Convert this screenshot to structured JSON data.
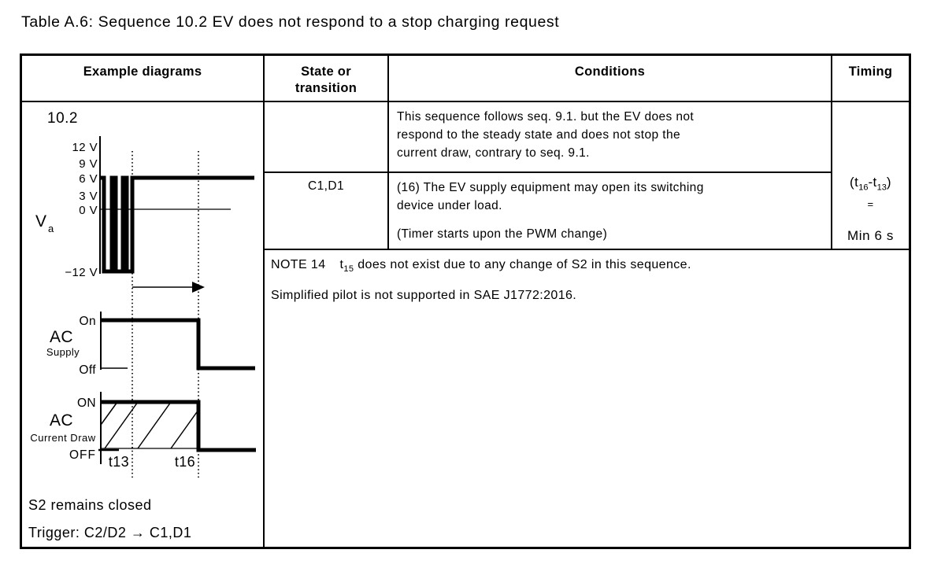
{
  "title": "Table A.6: Sequence 10.2 EV does not respond to a stop charging request",
  "header": {
    "example_diagrams": "Example diagrams",
    "state_or_transition": "State or transition",
    "conditions": "Conditions",
    "timing": "Timing"
  },
  "rows": {
    "row1": {
      "conditions": "This sequence follows seq. 9.1. but the EV does not\nrespond to the steady state and does not stop the\ncurrent draw, contrary to seq. 9.1."
    },
    "row2": {
      "state": "C1,D1",
      "condition_1": "(16) The EV supply equipment may open its switching\ndevice under load.",
      "condition_2": "(Timer starts upon the PWM change)"
    }
  },
  "timing": {
    "expr_open": "(t",
    "sub_1": "16",
    "expr_mid": "-t",
    "sub_2": "13",
    "expr_close": ")",
    "equals": "=",
    "value": "Min 6 s"
  },
  "note": {
    "label": "NOTE 14",
    "t": "t",
    "t_sub": "15",
    "text": " does not exist due to any change of S2 in this sequence.",
    "line2": "Simplified pilot is not supported in SAE J1772:2016."
  },
  "diagram": {
    "sequence_number": "10.2",
    "voltage_labels": {
      "v12": "12 V",
      "v9": "9 V",
      "v6": "6 V",
      "v3": "3 V",
      "v0": "0 V",
      "vneg12": "−12 V"
    },
    "signal_name": "V",
    "signal_sub": "a",
    "ac_supply": {
      "name": "AC",
      "sub": "Supply",
      "on": "On",
      "off": "Off"
    },
    "ac_current": {
      "name": "AC",
      "sub": "Current Draw",
      "on": "ON",
      "off": "OFF"
    },
    "t13": "t13",
    "t16": "t16",
    "footer_line1": "S2 remains closed",
    "footer_line2": "Trigger: C2/D2 → C1,D1"
  }
}
